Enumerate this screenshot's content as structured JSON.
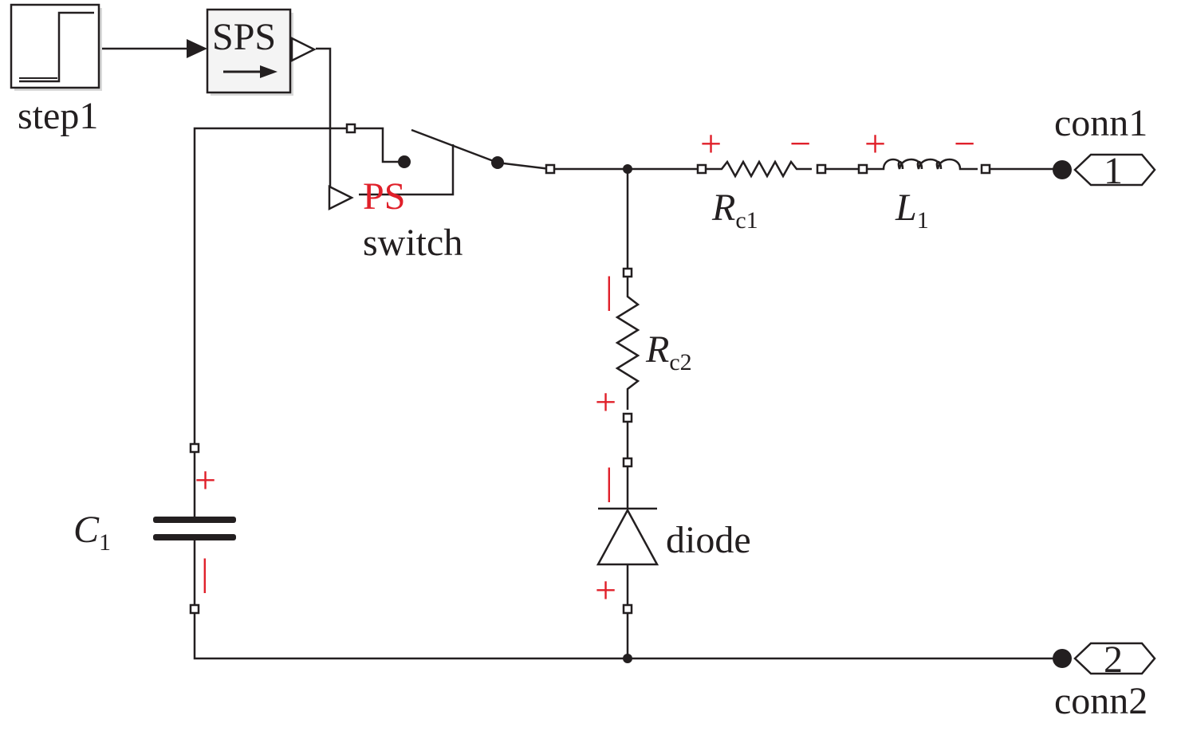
{
  "blocks": {
    "step": {
      "label": "step1"
    },
    "sps": {
      "text": "SPS"
    },
    "switch": {
      "port_label": "PS",
      "label": "switch"
    },
    "rc1": {
      "symbol": "R",
      "subscript": "c1",
      "plus": "+",
      "minus": "−"
    },
    "l1": {
      "symbol": "L",
      "subscript": "1",
      "plus": "+",
      "minus": "−"
    },
    "rc2": {
      "symbol": "R",
      "subscript": "c2",
      "plus": "+",
      "minus": "|"
    },
    "diode": {
      "label": "diode",
      "plus": "+",
      "minus": "|"
    },
    "c1": {
      "symbol": "C",
      "subscript": "1",
      "plus": "+",
      "minus": "|"
    },
    "conn1": {
      "label": "conn1",
      "number": "1"
    },
    "conn2": {
      "label": "conn2",
      "number": "2"
    }
  },
  "colors": {
    "ink": "#231f20",
    "polarity": "#e0202a",
    "block_fill": "#f4f4f4"
  }
}
